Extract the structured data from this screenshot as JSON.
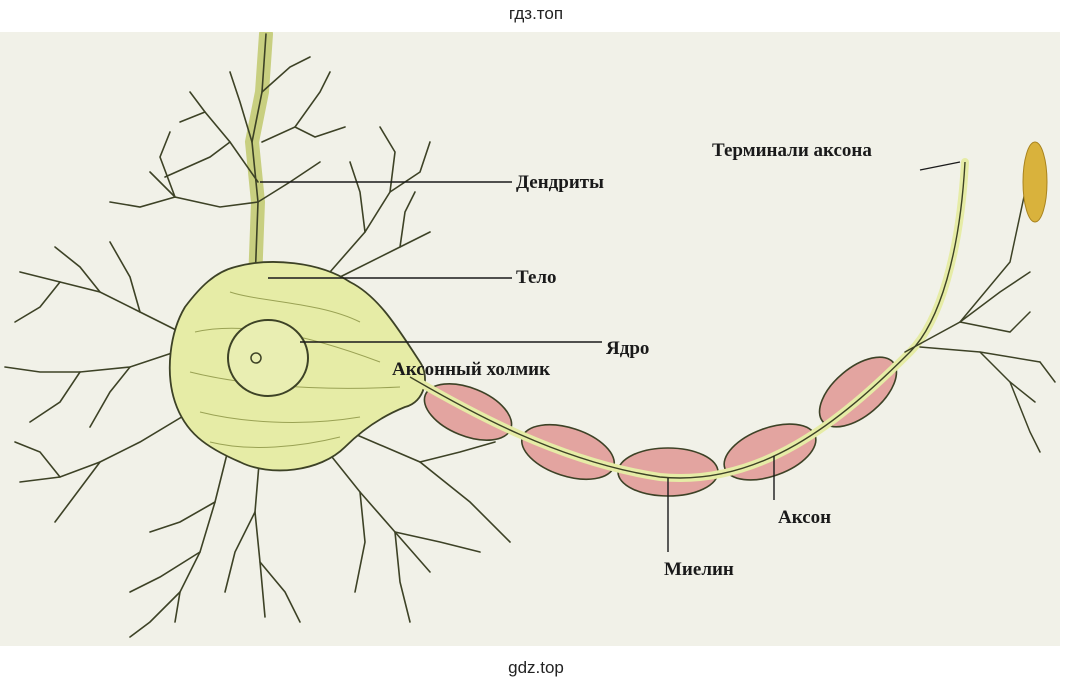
{
  "watermark": {
    "top": "гдз.топ",
    "bottom": "gdz.top"
  },
  "labels": {
    "dendrites": "Дендриты",
    "body": "Тело",
    "nucleus": "Ядро",
    "axon_hillock": "Аксонный холмик",
    "axon_terminals": "Терминали аксона",
    "axon": "Аксон",
    "myelin": "Миелин"
  },
  "colors": {
    "background": "#f1f1e8",
    "cytoplasm": "#e6eca6",
    "outline": "#3d4226",
    "myelin": "#e3a4a0",
    "terminal": "#d9b23c"
  }
}
